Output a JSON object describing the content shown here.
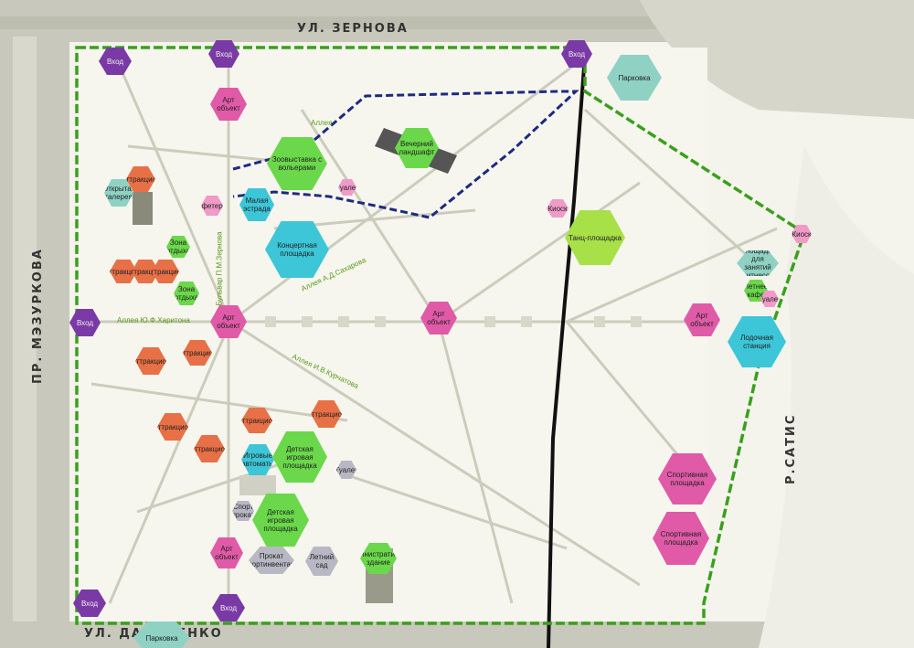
{
  "streets": {
    "north": "УЛ. ЗЕРНОВА",
    "west": "ПР. МЭЗУРКОВА",
    "south": "УЛ. ДАВИДЕНКО",
    "east": "Р.САТИС"
  },
  "alleys": {
    "a1": "Аллея Ю.Ф.Харитона",
    "a2": "Аллея А.Д.Сахарова",
    "a3": "Аллея И.В.Курчатова",
    "a4": "Бульвар П.М.Зернова",
    "a5": "Аллея"
  },
  "markers": {
    "entrance_nw": "Вход",
    "entrance_n": "Вход",
    "entrance_ne": "Вход",
    "entrance_w": "Вход",
    "entrance_sw": "Вход",
    "entrance_s": "Вход",
    "parking_ne": "Парковка",
    "parking_s": "Парковка",
    "obj_n": "Арт объект",
    "zoo": "Зоовыставка с вольерами",
    "scenery": "Вечерний ландшафт",
    "dance": "Танц-площадка",
    "kiosk": "Киоск",
    "kiosk2": "Киоск",
    "cafe": "Кафетерий",
    "malaya_estrada": "Малая эстрада",
    "concert": "Концертная площадка",
    "gallery": "Открытая галерея",
    "attr1": "Аттракцион",
    "attr2": "Аттракцион",
    "attr3": "Аттракцион",
    "attr4": "Аттракцион",
    "attr5": "Аттракцион",
    "attr6": "Аттракцион",
    "attr7": "Аттракцион",
    "attr8": "Аттракцион",
    "attr9": "Аттракцион",
    "attr10": "Аттракцион",
    "g_small1": "Зона отдыха",
    "g_small2": "Зона отдыха",
    "obj_center_w": "Арт объект",
    "obj_center": "Арт объект",
    "obj_center_e": "Арт объект",
    "obj_sw": "Арт объект",
    "summer_cafe": "Летнее кафе",
    "boat": "Лодочная станция",
    "fitness": "Площадка для занятий фитнесом",
    "toilets": "Туалет",
    "toilets2": "Туалет",
    "toilets3": "Туалет",
    "game_auto": "Игровые автоматы",
    "kids1": "Детская игровая площадка",
    "kids2": "Детская игровая площадка",
    "sport1": "Спортивная площадка",
    "sport2": "Спортивная площадка",
    "rental": "Прокат спортинвентаря",
    "summer_garden": "Летний сад",
    "admin": "Административное здание",
    "sport_rental": "Спорт прокат"
  }
}
